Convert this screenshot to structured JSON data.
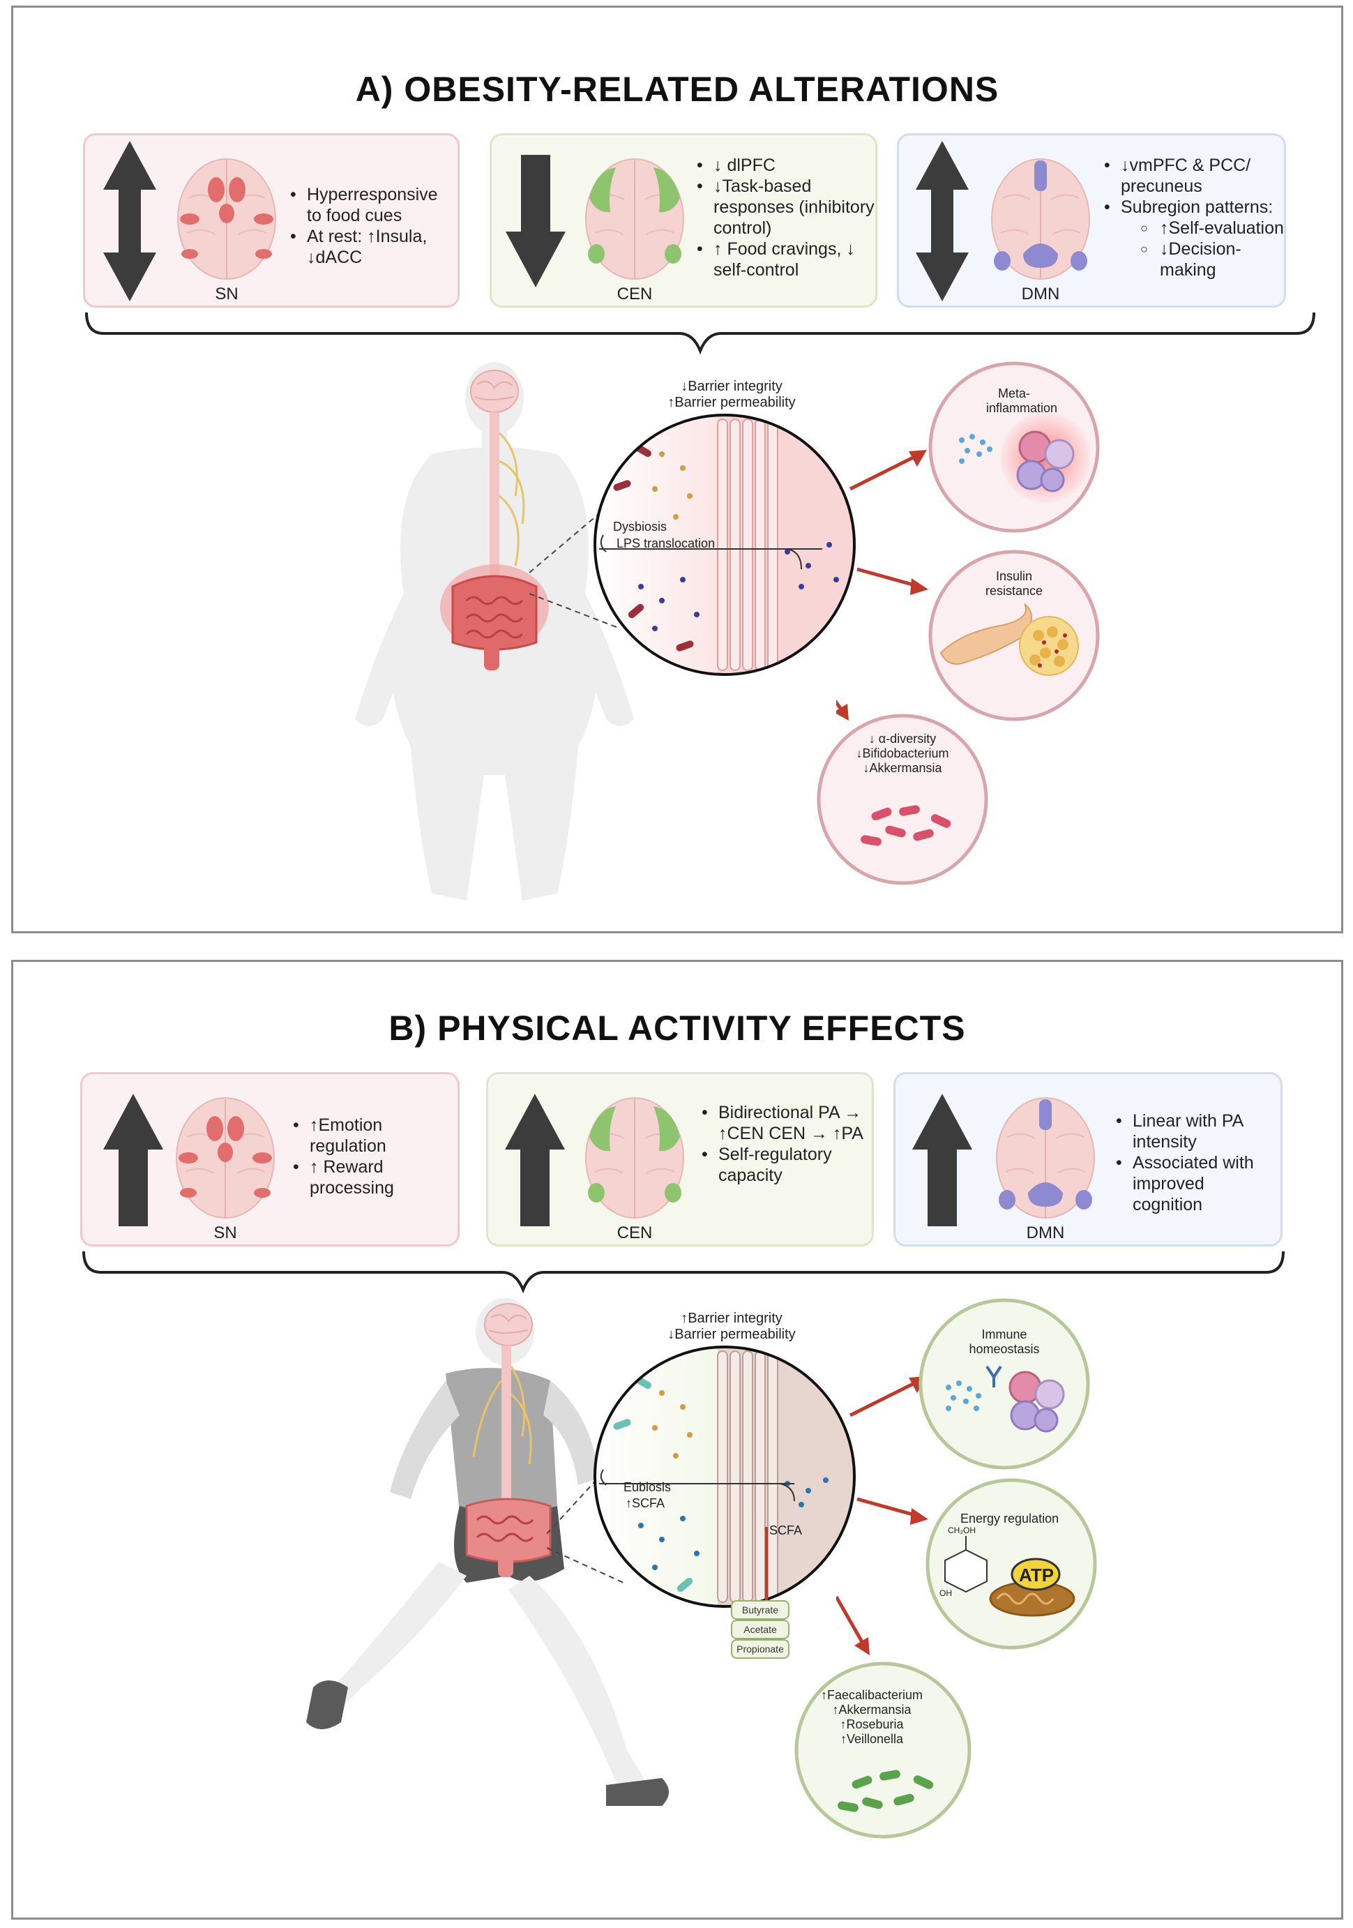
{
  "panel_a": {
    "title": "A) OBESITY-RELATED ALTERATIONS",
    "sn": {
      "label": "SN",
      "bullets": [
        "Hyperresponsive to food cues",
        "At rest: ↑Insula, ↓dACC"
      ]
    },
    "cen": {
      "label": "CEN",
      "bullets": [
        "↓ dlPFC",
        "↓Task-based responses (inhibitory control)",
        "↑ Food cravings, ↓ self-control"
      ]
    },
    "dmn": {
      "label": "DMN",
      "bullets": [
        "↓vmPFC & PCC/ precuneus",
        "Subregion patterns:"
      ],
      "sub_bullets": [
        "↑Self-evaluation",
        "↓Decision-making"
      ]
    },
    "gut_header": [
      "↓Barrier integrity",
      "↑Barrier permeability"
    ],
    "dysbiosis": "Dysbiosis",
    "lps": "LPS translocation",
    "meta_inflammation": "Meta-inflammation",
    "insulin_resistance": "Insulin resistance",
    "microbiota": [
      "↓ α-diversity",
      "↓Bifidobacterium",
      "↓Akkermansia"
    ]
  },
  "panel_b": {
    "title": "B) PHYSICAL ACTIVITY EFFECTS",
    "sn": {
      "label": "SN",
      "bullets": [
        "↑Emotion regulation",
        "↑ Reward processing"
      ]
    },
    "cen": {
      "label": "CEN",
      "bullets": [
        "Bidirectional PA → ↑CEN CEN → ↑PA",
        "Self-regulatory capacity"
      ]
    },
    "dmn": {
      "label": "DMN",
      "bullets": [
        "Linear with PA intensity",
        "Associated with improved cognition"
      ]
    },
    "gut_header": [
      "↑Barrier integrity",
      "↓Barrier permeability"
    ],
    "eubiosis": "Eubiosis",
    "scfa_left": "↑SCFA",
    "scfa_right": "↑SCFA",
    "scfa_types": [
      "Butyrate",
      "Acetate",
      "Propionate"
    ],
    "immune": "Immune homeostasis",
    "energy": "Energy regulation",
    "atp": "ATP",
    "glucose": {
      "ch2oh": "CH₂OH",
      "oh": "OH"
    },
    "microbiota": [
      "↑Faecalibacterium",
      "↑Akkermansia",
      "↑Roseburia",
      "↑Veillonella"
    ]
  },
  "colors": {
    "sn_region": "#e26d6d",
    "cen_region": "#8fc46e",
    "dmn_region": "#8e8ad2",
    "arrow_dark": "#3c3c3c",
    "red_arrow": "#c0392b",
    "obesity_circle": "#d8a5ad",
    "pa_circle": "#b7c79a"
  }
}
